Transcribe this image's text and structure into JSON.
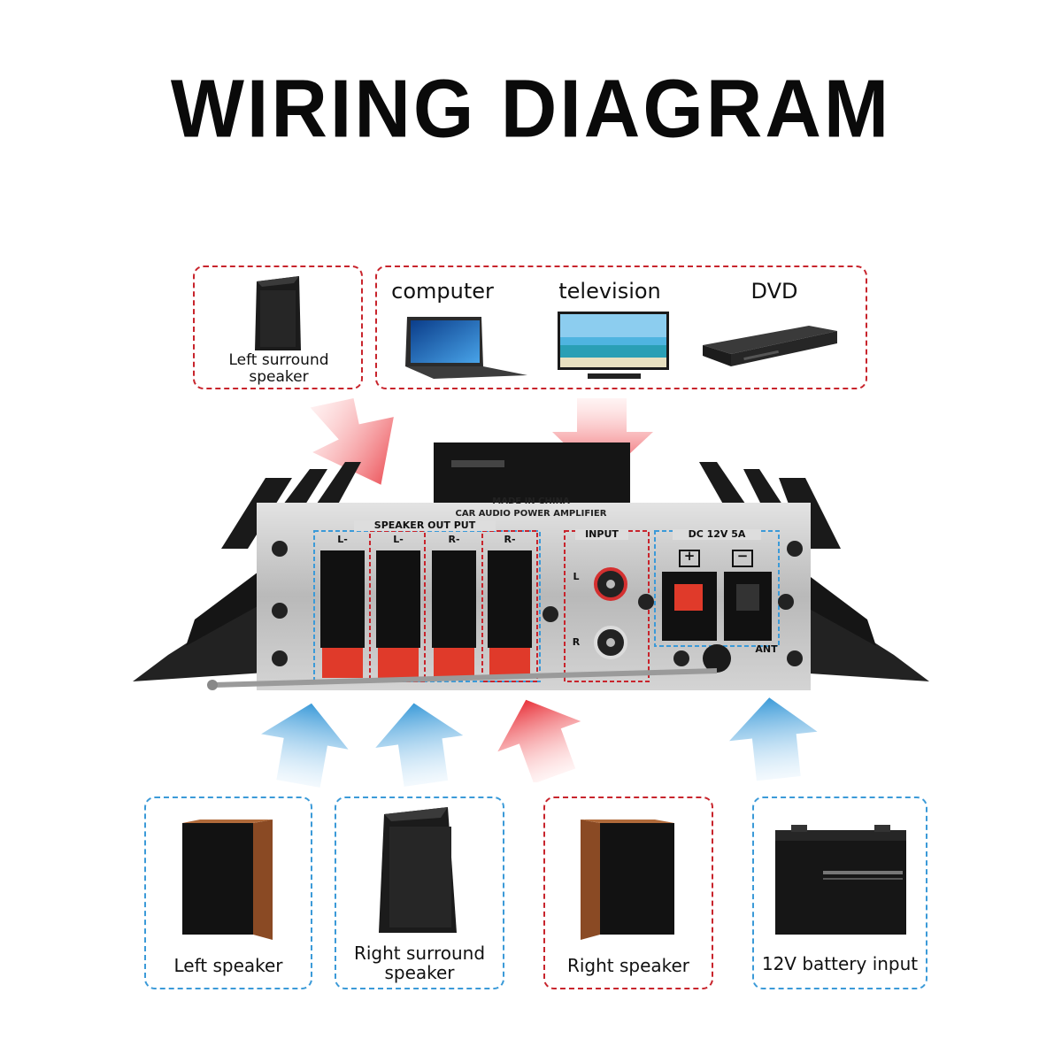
{
  "title": "WIRING DIAGRAM",
  "sources": {
    "left_surround": "Left surround speaker",
    "computer": "computer",
    "television": "television",
    "dvd": "DVD"
  },
  "amplifier": {
    "made_in": "MADE IN CHINA",
    "product": "CAR AUDIO POWER AMPLIFIER",
    "speaker_output": "SPEAKER OUT PUT",
    "terminals": [
      "L-",
      "L-",
      "R-",
      "R-"
    ],
    "input": "INPUT",
    "input_l": "L",
    "input_r": "R",
    "power": "DC 12V 5A",
    "plus": "+",
    "minus": "−",
    "antenna": "ANT"
  },
  "outputs": {
    "left_speaker": "Left speaker",
    "right_surround": "Right surround speaker",
    "right_speaker": "Right speaker",
    "battery": "12V battery input"
  },
  "colors": {
    "red": "#c8242c",
    "blue": "#3b9ad8"
  }
}
